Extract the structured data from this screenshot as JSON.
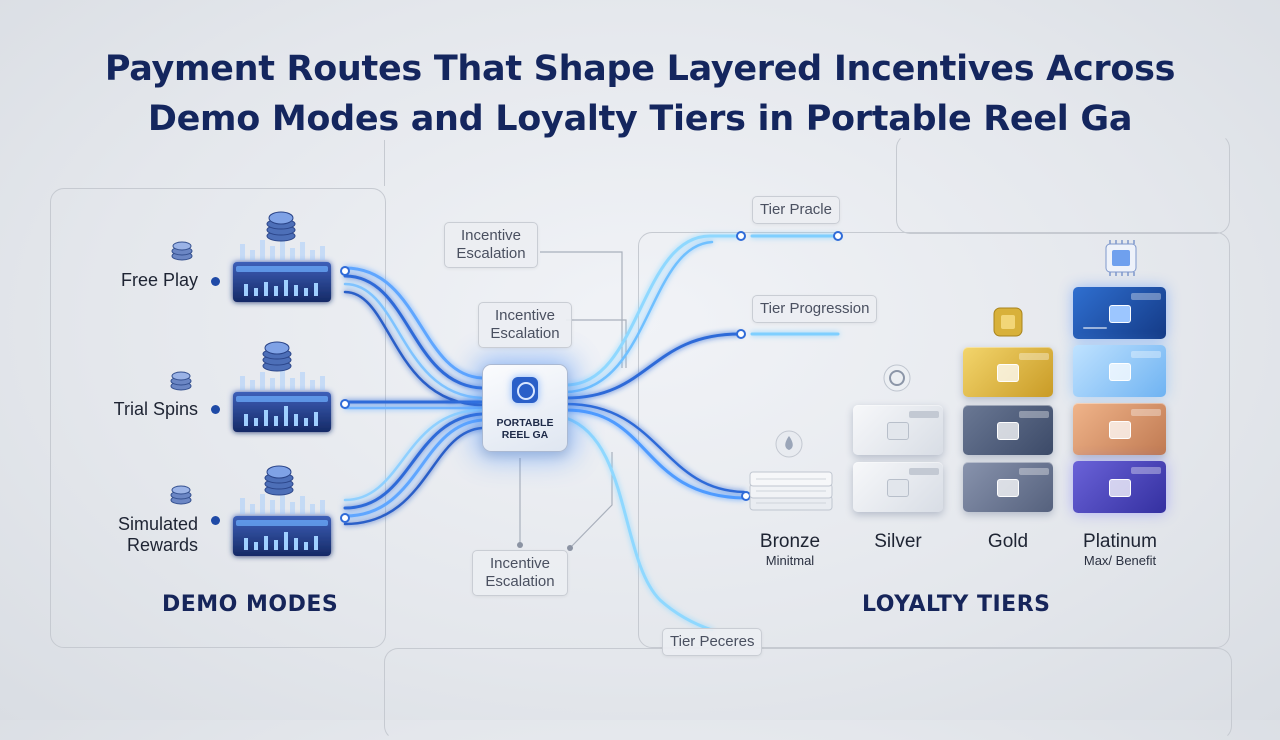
{
  "title": {
    "line1": "Payment Routes That Shape Layered Incentives Across",
    "line2": "Demo Modes and Loyalty Tiers in Portable Reel Ga"
  },
  "demo_panel": {
    "label": "DEMO MODES",
    "modes": [
      {
        "label": "Free Play"
      },
      {
        "label": "Trial Spins"
      },
      {
        "label": "Simulated Rewards"
      }
    ]
  },
  "hub": {
    "label_line1": "PORTABLE",
    "label_line2": "REEL GA",
    "icon": "coin-icon"
  },
  "tags": {
    "incentive_top": "Incentive Escalation",
    "incentive_mid": "Incentive Escalation",
    "incentive_bottom": "Incentive Escalation",
    "tier_pracle": "Tier Pracle",
    "tier_progression": "Tier Progression",
    "tier_peceres": "Tier Peceres"
  },
  "loyalty_panel": {
    "label": "LOYALTY TIERS",
    "tiers": [
      {
        "name": "Bronze",
        "sub": "Minitmal"
      },
      {
        "name": "Silver",
        "sub": ""
      },
      {
        "name": "Gold",
        "sub": ""
      },
      {
        "name": "Platinum",
        "sub": "Max/ Benefit"
      }
    ]
  },
  "colors": {
    "title": "#14265e",
    "route_glow": "#4f9bff",
    "route_core": "#2f6bd8",
    "route_cyan": "#8fd8ff",
    "gold": "#d8b13a",
    "platinum_dark": "#1d4ea8"
  }
}
